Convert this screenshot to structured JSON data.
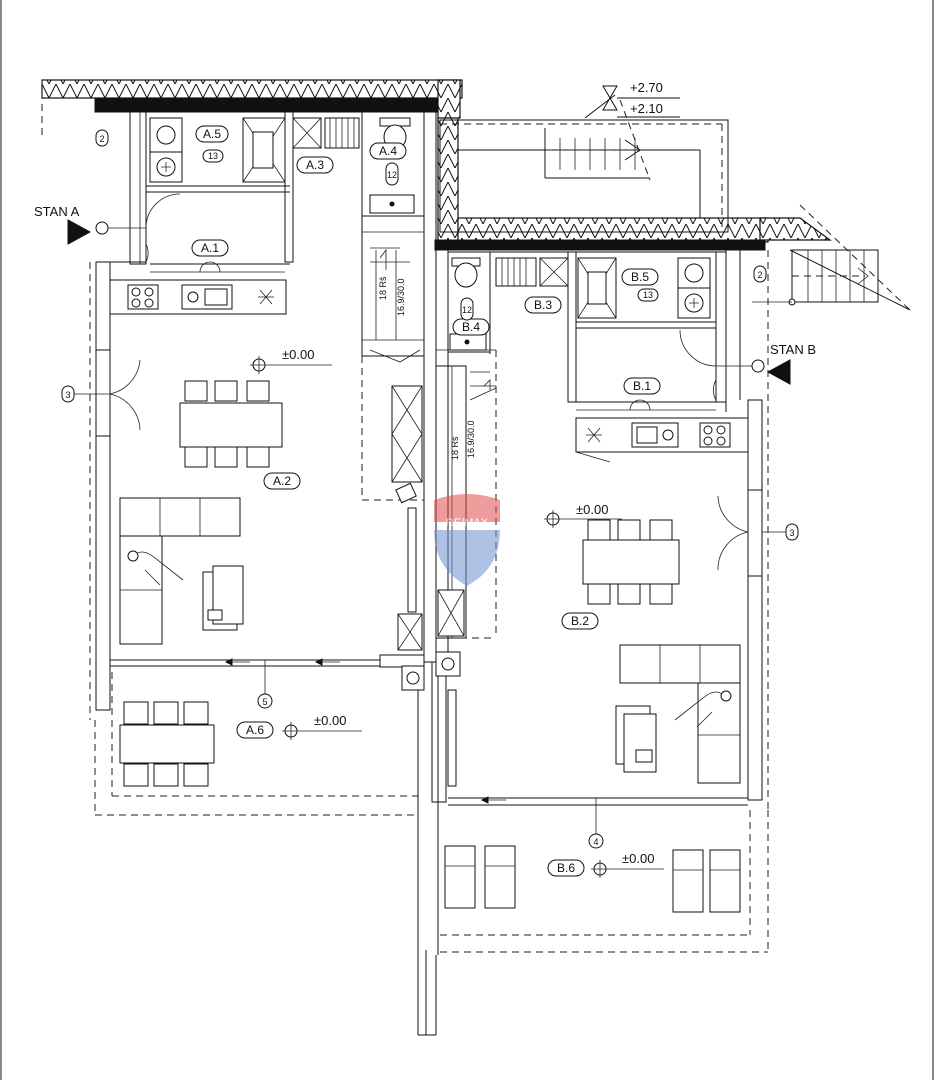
{
  "entrances": {
    "a": "STAN A",
    "b": "STAN B"
  },
  "rooms": {
    "a1": "A.1",
    "a2": "A.2",
    "a3": "A.3",
    "a4": "A.4",
    "a5": "A.5",
    "a6": "A.6",
    "b1": "B.1",
    "b2": "B.2",
    "b3": "B.3",
    "b4": "B.4",
    "b5": "B.5",
    "b6": "B.6"
  },
  "levels": {
    "top1": "+2.70",
    "top2": "+2.10",
    "a_living": "±0.00",
    "a_terrace": "±0.00",
    "b_living": "±0.00",
    "b_terrace": "±0.00"
  },
  "stairs": {
    "a_rise": "18 Rš",
    "a_size": "16.9/30.0",
    "b_rise": "18 Rš",
    "b_size": "16.9/30.0"
  },
  "tags": {
    "a_door_13": "13",
    "a_door_12": "12",
    "a_door_2": "2",
    "a_win_3": "3",
    "a_win_5": "5",
    "b_door_13": "13",
    "b_door_12": "12",
    "b_door_2": "2",
    "b_win_3": "3",
    "b_win_4": "4"
  },
  "watermark": "RE/MAX"
}
